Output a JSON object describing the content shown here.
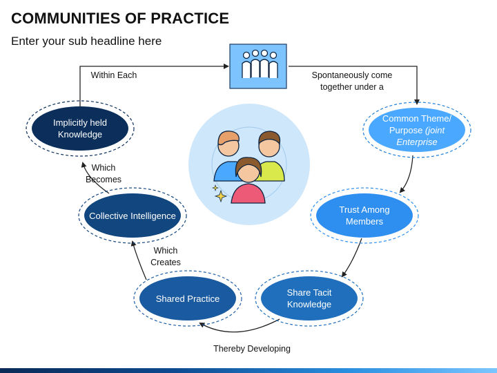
{
  "header": {
    "title": "COMMUNITIES OF PRACTICE",
    "subtitle": "Enter your sub headline here"
  },
  "nodes": {
    "implicit": "Implicitly held Knowledge",
    "common_theme_line1": "Common Theme/",
    "common_theme_line2a": "Purpose ",
    "common_theme_line2b": "(joint",
    "common_theme_line3": "Enterprise",
    "collective": "Collective Intelligence",
    "trust": "Trust Among Members",
    "shared_practice": "Shared Practice",
    "share_tacit": "Share Tacit Knowledge"
  },
  "connectors": {
    "within_each": "Within Each",
    "spontaneously": "Spontaneously come together under a",
    "which_becomes": "Which Becomes",
    "which_creates": "Which Creates",
    "thereby_developing": "Thereby Developing"
  },
  "icons": {
    "top": "group-people-icon",
    "center": "team-people-icon"
  },
  "colors": {
    "dark_navy": "#0b2f5a",
    "navy": "#12467f",
    "blue": "#1f6fbd",
    "bright_blue": "#2e8ff0",
    "light_blue": "#4aa8ff",
    "icon_box": "#7dc4ff",
    "center_circle": "#cfe7fb"
  }
}
